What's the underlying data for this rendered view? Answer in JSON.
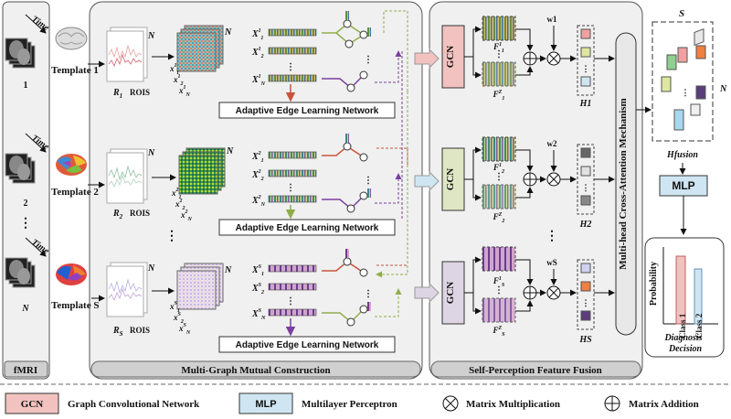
{
  "fmri_panel": {
    "time_label": "Time",
    "subjects": [
      "1",
      "2",
      "N"
    ],
    "ellipsis": "⋮",
    "footer": "fMRI"
  },
  "templates": [
    {
      "label": "Template 1",
      "roi_sub": "1"
    },
    {
      "label": "Template 2",
      "roi_sub": "2"
    },
    {
      "label": "Template S",
      "roi_sub": "S"
    }
  ],
  "roi_label": "ROIS",
  "n_label": "N",
  "adaptive_edge_label": "Adaptive Edge Learning Network",
  "multi_graph_footer": "Multi-Graph Mutual Construction",
  "gcn_label": "GCN",
  "mlp_label": "MLP",
  "self_perception_footer": "Self-Perception Feature Fusion",
  "attention_label": "Multi-head Cross-Attention Mechanism",
  "weights": [
    "w1",
    "w2",
    "wS"
  ],
  "h_labels": [
    "H1",
    "H2",
    "HS"
  ],
  "fusion": {
    "s_label": "S",
    "n_label": "N",
    "h_label": "Hfusion"
  },
  "diagnosis": {
    "ylabel": "Probability",
    "class1": "Class 1",
    "class2": "Class 2",
    "caption_line1": "Diagnosis",
    "caption_line2": "Decision"
  },
  "legend": {
    "gcn_text": "Graph Convolutional Network",
    "mlp_text": "Multilayer Perceptron",
    "mult_text": "Matrix Multiplication",
    "add_text": "Matrix Addition"
  },
  "colors": {
    "gcn1": "#f1c2bf",
    "gcn2": "#dfe6c4",
    "gcn3": "#ddd5e3",
    "mlp": "#cfe6f2",
    "panel_bg": "#f0f0f0"
  }
}
